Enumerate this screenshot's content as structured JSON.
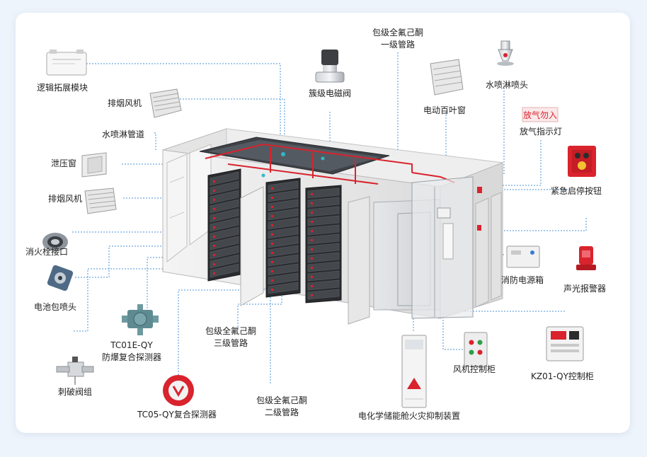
{
  "colors": {
    "leader": "#4a90d9",
    "pipe": "#d9232d",
    "accent_red": "#d9232d",
    "background": "#ffffff"
  },
  "labels": {
    "logic_module": "逻辑拓展模块",
    "smoke_fan_top": "排烟风机",
    "water_pipe": "水喷淋管道",
    "relief_window": "泄压窗",
    "smoke_fan_mid": "排烟风机",
    "hydrant": "消火栓接口",
    "battery_nozzle": "电池包喷头",
    "tc01e": "TC01E-QY\n防爆复合探测器",
    "breaker_valve": "刺破阀组",
    "tc05": "TC05-QY复合探测器",
    "pipe_level3": "包级全氟己酮\n三级管路",
    "pipe_level2": "包级全氟己酮\n二级管路",
    "solenoid_valve": "簇级电磁阀",
    "pipe_level1": "包级全氟己酮\n一级管路",
    "louver": "电动百叶窗",
    "sprinkler": "水喷淋喷头",
    "release_lamp": "放气指示灯",
    "estop": "紧急启停按钮",
    "fire_power": "消防电源箱",
    "alarm": "声光报警器",
    "fan_cabinet": "风机控制柜",
    "kz01": "KZ01-QY控制柜",
    "suppression_device": "电化学储能舱火灾抑制装置"
  },
  "lamp_text": "放气勿入"
}
